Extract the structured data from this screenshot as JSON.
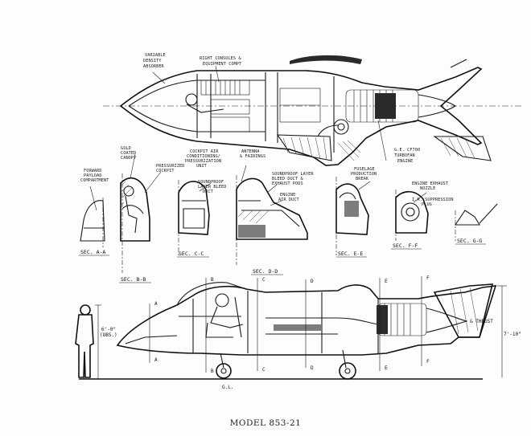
{
  "title": "MODEL 853-21",
  "top_view_labels": {
    "variable_density_absorber": [
      "VARIABLE",
      "DENSITY",
      "ABSORBER"
    ],
    "right_consoles": [
      "RIGHT CONSOLES &",
      "EQUIPMENT COMPT"
    ],
    "engine": [
      "G.E. CF700",
      "TURBOFAN",
      "ENGINE"
    ]
  },
  "section_labels": {
    "gold_coated_canopy": [
      "GOLD",
      "COATED",
      "CANOPY"
    ],
    "forward_payload": [
      "FORWARD",
      "PAYLOAD",
      "COMPARTMENT"
    ],
    "pressurized_cockpit": [
      "PRESSURIZED",
      "COCKPIT"
    ],
    "cockpit_air_cond": [
      "COCKPIT AIR",
      "CONDITIONING/",
      "PRESSURIZATION",
      "UNIT"
    ],
    "soundproof_bleed_duct": [
      "SOUNDPROOF",
      "LAYER BLEED",
      "DUCT"
    ],
    "antenna": [
      "ANTENNA",
      "& FAIRINGS"
    ],
    "soundproof_exhaust": [
      "SOUNDPROOF LAYER",
      "BLEED DUCT &",
      "EXHAUST PODS"
    ],
    "engine_air_duct": [
      "ENGINE",
      "AIR DUCT"
    ],
    "fuselage_production_break": [
      "FUSELAGE",
      "PRODUCTION",
      "BREAK"
    ],
    "engine_exhaust_nozzle": [
      "ENGINE EXHAUST",
      "NOZZLE"
    ],
    "ir_suppression_plug": [
      "I.R. SUPPRESSION",
      "PLUG"
    ]
  },
  "section_titles": {
    "a": "SEC. A-A",
    "b": "SEC. B-B",
    "c": "SEC. C-C",
    "d": "SEC. D-D",
    "e": "SEC. E-E",
    "f": "SEC. F-F",
    "g": "SEC. G-G"
  },
  "cut_letters": [
    "A",
    "B",
    "C",
    "D",
    "E",
    "F"
  ],
  "dimensions": {
    "height_person": [
      "6'-0\"",
      "(OBS.)"
    ],
    "tail_height": "7'-10\"",
    "thrust": "& THRUST",
    "ground": "G.L."
  }
}
